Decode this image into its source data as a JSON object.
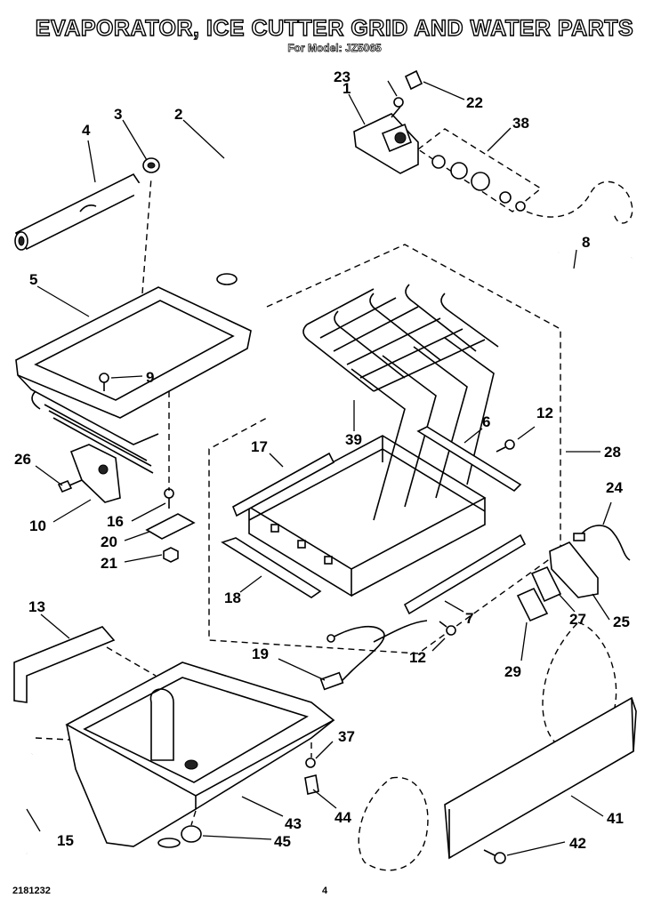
{
  "title": "EVAPORATOR, ICE CUTTER GRID AND WATER PARTS",
  "subtitle": "For Model: JZ5065",
  "footer": {
    "doc_number": "2181232",
    "page_number": "4"
  },
  "callouts": {
    "c1": "1",
    "c2": "2",
    "c3": "3",
    "c4": "4",
    "c5": "5",
    "c6": "6",
    "c7": "7",
    "c8": "8",
    "c9": "9",
    "c10": "10",
    "c12a": "12",
    "c12b": "12",
    "c13": "13",
    "c15": "15",
    "c16": "16",
    "c17": "17",
    "c18": "18",
    "c19": "19",
    "c20": "20",
    "c21": "21",
    "c22": "22",
    "c23": "23",
    "c24": "24",
    "c25": "25",
    "c26": "26",
    "c27": "27",
    "c28": "28",
    "c29": "29",
    "c37": "37",
    "c38": "38",
    "c39": "39",
    "c41": "41",
    "c42": "42",
    "c43": "43",
    "c44": "44",
    "c45": "45"
  }
}
